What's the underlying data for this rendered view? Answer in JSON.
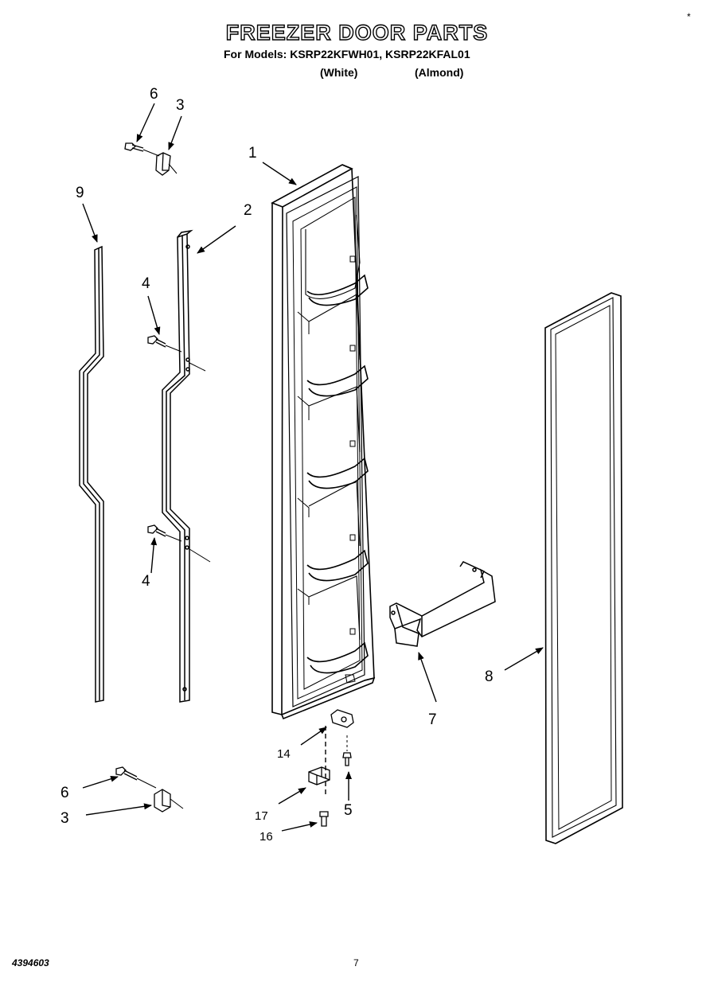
{
  "header": {
    "title": "FREEZER DOOR PARTS",
    "models_line": "For Models: KSRP22KFWH01, KSRP22KFAL01",
    "variant_white": "(White)",
    "variant_almond": "(Almond)"
  },
  "corner_mark": "*",
  "footer": {
    "doc_number": "4394603",
    "page_number": "7"
  },
  "callouts": {
    "c1": "1",
    "c2": "2",
    "c3a": "3",
    "c3b": "3",
    "c4a": "4",
    "c4b": "4",
    "c5": "5",
    "c6a": "6",
    "c6b": "6",
    "c7": "7",
    "c8": "8",
    "c9": "9",
    "c14": "14",
    "c16": "16",
    "c17": "17"
  }
}
